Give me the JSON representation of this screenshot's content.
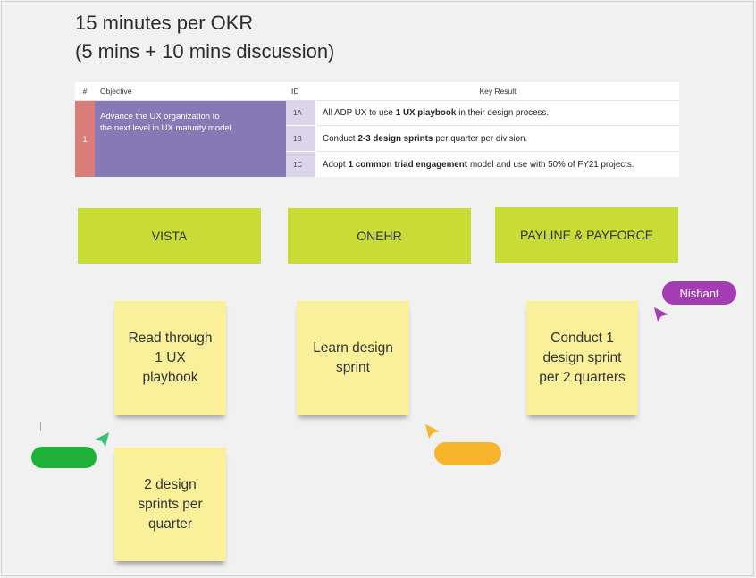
{
  "title": {
    "line1": "15 minutes per OKR",
    "line2": "(5 mins + 10 mins discussion)"
  },
  "table": {
    "headers": {
      "num": "#",
      "objective": "Objective",
      "id": "ID",
      "key_result": "Key Result"
    },
    "row": {
      "num": "1",
      "objective": "Advance the UX organization to the next level in UX maturity model",
      "key_results": [
        {
          "id": "1A",
          "pre": "All ADP UX to use",
          "bold": "1 UX playbook",
          "post": "in their design process."
        },
        {
          "id": "1B",
          "pre": "Conduct",
          "bold": "2-3 design sprints",
          "post": "per quarter per division."
        },
        {
          "id": "1C",
          "pre": "Adopt",
          "bold": "1 common triad engagement",
          "post": "model and use with 50% of FY21 projects."
        }
      ]
    },
    "colors": {
      "num_bg": "#d97e78",
      "objective_bg": "#8778b6",
      "id_bg": "#dad5ea"
    }
  },
  "columns": [
    {
      "label": "VISTA"
    },
    {
      "label": "ONEHR"
    },
    {
      "label": "PAYLINE & PAYFORCE"
    }
  ],
  "stickies": [
    {
      "text": "Read through 1 UX playbook",
      "lines": [
        "Read through",
        "1 UX",
        "playbook"
      ]
    },
    {
      "text": "Learn design sprint",
      "lines": [
        "Learn",
        "design sprint"
      ]
    },
    {
      "text": "Conduct 1 design sprint per 2 quarters",
      "lines": [
        "Conduct 1",
        "design sprint",
        "per 2",
        "quarters"
      ]
    },
    {
      "text": "2 design sprints per quarter",
      "lines": [
        "2 design",
        "sprints per",
        "quarter"
      ]
    }
  ],
  "cursors": [
    {
      "name": "Nishant",
      "color": "#a43db3",
      "icon": "cursor-arrow-icon"
    },
    {
      "name": "",
      "color": "#1fb139",
      "icon": "cursor-arrow-icon"
    },
    {
      "name": "",
      "color": "#f7b52b",
      "icon": "cursor-arrow-icon"
    }
  ],
  "colors": {
    "column_header_bg": "#c7dc34",
    "sticky_bg": "#fbf09a",
    "background": "#f1f1f1"
  }
}
